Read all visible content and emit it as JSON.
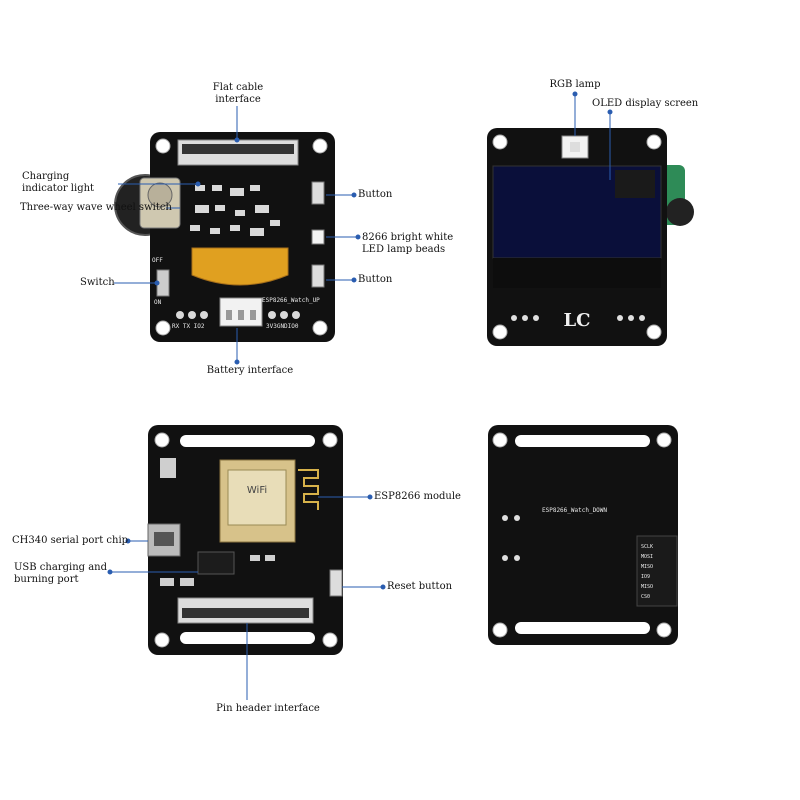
{
  "labels": {
    "flat_cable_line1": "Flat cable",
    "flat_cable_line2": "interface",
    "charging_line1": "Charging",
    "charging_line2": "indicator light",
    "three_way": "Three-way wave wheel switch",
    "button_top": "Button",
    "led_line1": "8266 bright white",
    "led_line2": "LED lamp beads",
    "button_mid": "Button",
    "switch": "Switch",
    "battery": "Battery interface",
    "rgb_lamp": "RGB lamp",
    "oled": "OLED display screen",
    "esp8266": "ESP8266 module",
    "ch340": "CH340 serial port chip",
    "usb_line1": "USB charging and",
    "usb_line2": "burning port",
    "reset": "Reset button",
    "pin_header": "Pin header interface"
  },
  "board_text": {
    "up_board": "ESP8266_Watch_UP",
    "down_board": "ESP8266_Watch_DOWN",
    "rx_tx": "RX TX IO2",
    "power_pins": "3V3GNDIO0",
    "off": "OFF",
    "on": "ON",
    "lc_logo": "LC",
    "wifi": "WiFi",
    "spi_pins": [
      "SCLK",
      "MOSI",
      "MISO",
      "IO9",
      "MISO",
      "CS0"
    ]
  },
  "colors": {
    "pcb": "#111111",
    "silkscreen": "#f0f0f0",
    "leader": "#2a5db0",
    "oled_screen": "#0a0f3a",
    "ribbon": "#e0a020"
  }
}
